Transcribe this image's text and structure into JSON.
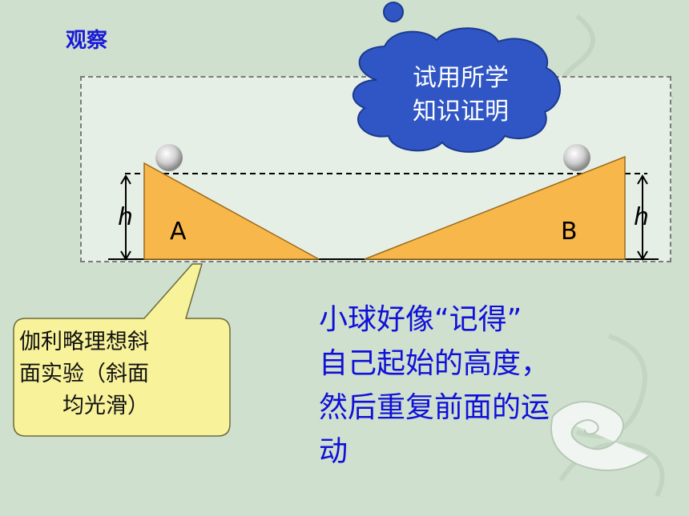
{
  "slide": {
    "title": "观察",
    "colors": {
      "background": "#cfe0cf",
      "title_text": "#1a1ad6",
      "incline": "#f8b74a",
      "cloud": "#2f56c4",
      "callout": "#f8f29b",
      "main_text": "#1010d8"
    }
  },
  "thought_cloud": {
    "lines": [
      "试用所学",
      "知识证明"
    ]
  },
  "diagram": {
    "incline_a_label": "A",
    "incline_b_label": "B",
    "height_label_left": "h",
    "height_label_right": "h"
  },
  "callout": {
    "lines": [
      "伽利略理想斜",
      "面实验（斜面",
      "均光滑）"
    ]
  },
  "main_text": {
    "lines": [
      "小球好像“记得”",
      "自己起始的高度，",
      "然后重复前面的运",
      "动"
    ]
  }
}
